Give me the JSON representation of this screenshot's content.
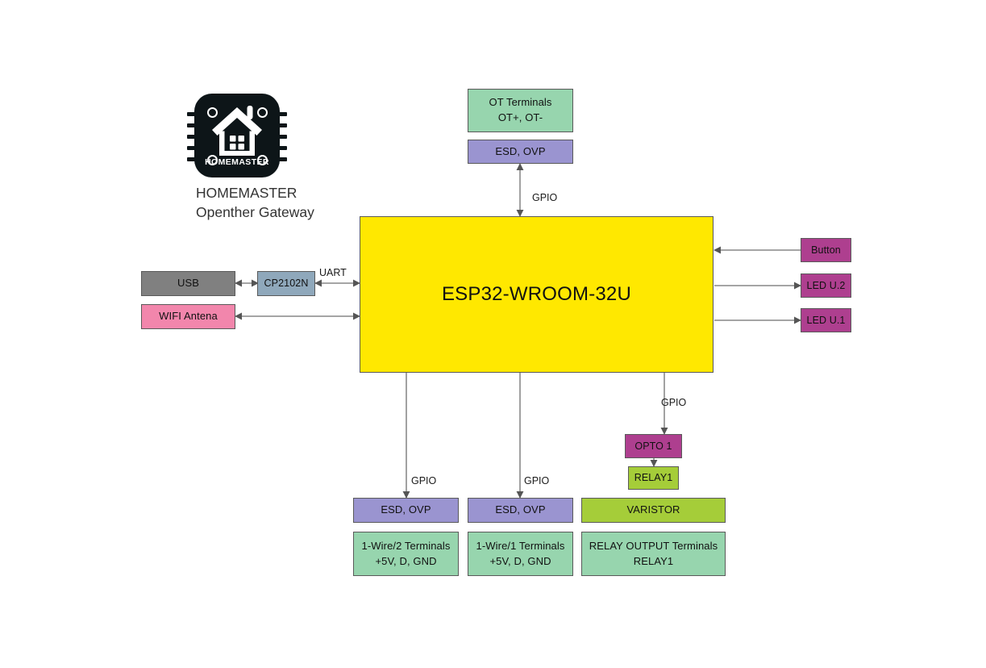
{
  "diagram": {
    "title": "HOMEMASTER Openther Gateway block diagram",
    "logo": {
      "chip_text": "HOMEMASTER",
      "caption": "HOMEMASTER\nOpenther Gateway"
    },
    "colors": {
      "mcu_yellow": "#ffe800",
      "terminal_green": "#97d5ae",
      "protection_purple": "#9a94d0",
      "io_magenta": "#ae3f8f",
      "relay_green": "#a5cd39",
      "usb_gray": "#808080",
      "uart_blue": "#8fa8bb",
      "wifi_pink": "#f286ac",
      "stroke": "#5a5a5a",
      "text": "#111111"
    },
    "nodes": {
      "mcu": {
        "label": "ESP32-WROOM-32U"
      },
      "ot_terminals": {
        "line1": "OT Terminals",
        "line2": "OT+, OT-"
      },
      "ot_esd": {
        "label": "ESD, OVP"
      },
      "usb": {
        "label": "USB"
      },
      "uart_bridge": {
        "label": "CP2102N"
      },
      "wifi": {
        "label": "WIFI Antena"
      },
      "button": {
        "label": "Button"
      },
      "led_u2": {
        "label": "LED U.2"
      },
      "led_u1": {
        "label": "LED U.1"
      },
      "opto1": {
        "label": "OPTO 1"
      },
      "relay1": {
        "label": "RELAY1"
      },
      "varistor": {
        "label": "VARISTOR"
      },
      "relay_terminals": {
        "line1": "RELAY OUTPUT Terminals",
        "line2": "RELAY1"
      },
      "esd_ow2": {
        "label": "ESD, OVP"
      },
      "esd_ow1": {
        "label": "ESD, OVP"
      },
      "ow2_terminals": {
        "line1": "1-Wire/2 Terminals",
        "line2": "+5V, D, GND"
      },
      "ow1_terminals": {
        "line1": "1-Wire/1 Terminals",
        "line2": "+5V, D, GND"
      }
    },
    "edge_labels": {
      "ot_gpio": "GPIO",
      "uart": "UART",
      "opto_gpio": "GPIO",
      "ow2_gpio": "GPIO",
      "ow1_gpio": "GPIO"
    }
  }
}
